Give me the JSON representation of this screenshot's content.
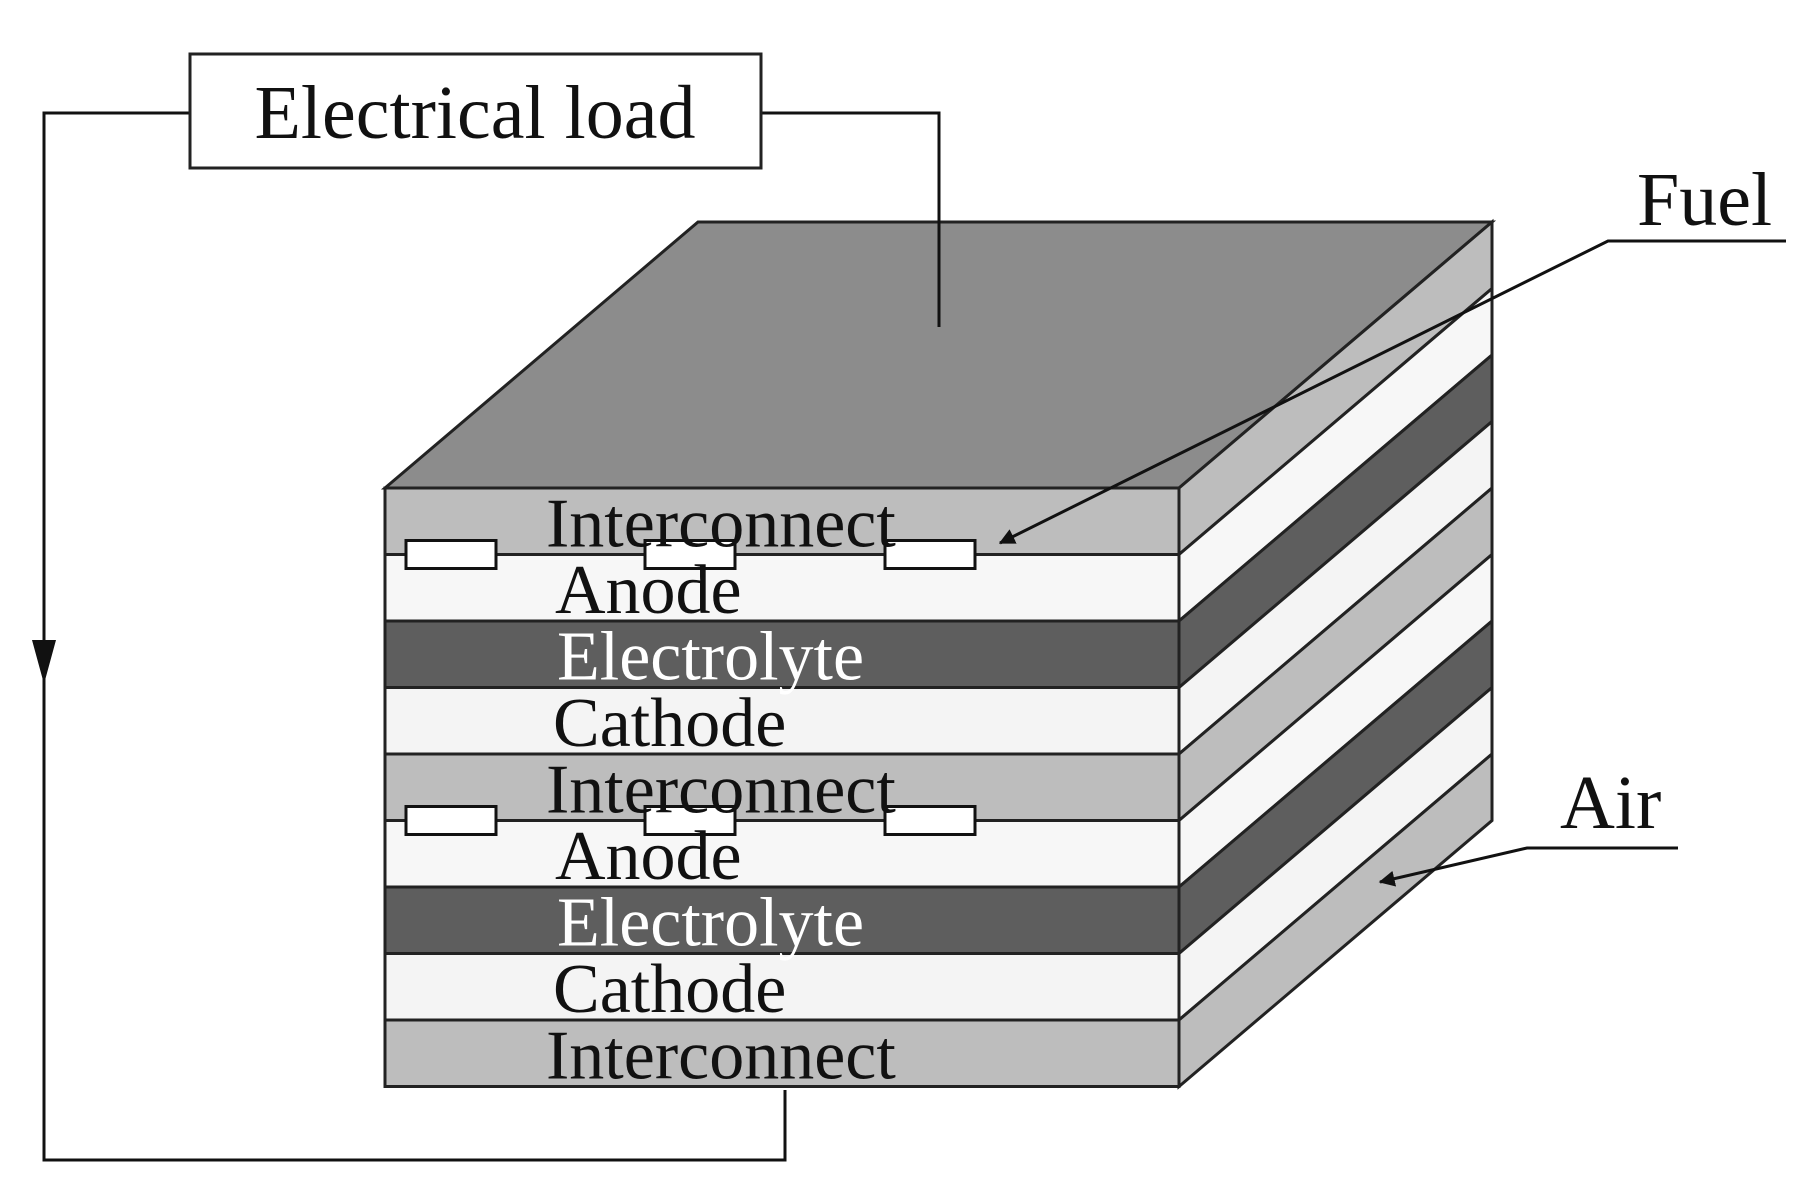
{
  "electrical_load": {
    "label": "Electrical load"
  },
  "inputs": {
    "fuel": "Fuel",
    "air": "Air"
  },
  "colors": {
    "interconnect": "#bdbdbd",
    "anode": "#f7f7f7",
    "electrolyte": "#5e5e5e",
    "cathode": "#f4f4f4",
    "top_face": "#8c8c8c",
    "line": "#111111"
  },
  "layers": [
    {
      "type": "interconnect",
      "label": "Interconnect"
    },
    {
      "type": "anode",
      "label": "Anode"
    },
    {
      "type": "electrolyte",
      "label": "Electrolyte"
    },
    {
      "type": "cathode",
      "label": "Cathode"
    },
    {
      "type": "interconnect",
      "label": "Interconnect"
    },
    {
      "type": "anode",
      "label": "Anode"
    },
    {
      "type": "electrolyte",
      "label": "Electrolyte"
    },
    {
      "type": "cathode",
      "label": "Cathode"
    },
    {
      "type": "interconnect",
      "label": "Interconnect"
    }
  ]
}
